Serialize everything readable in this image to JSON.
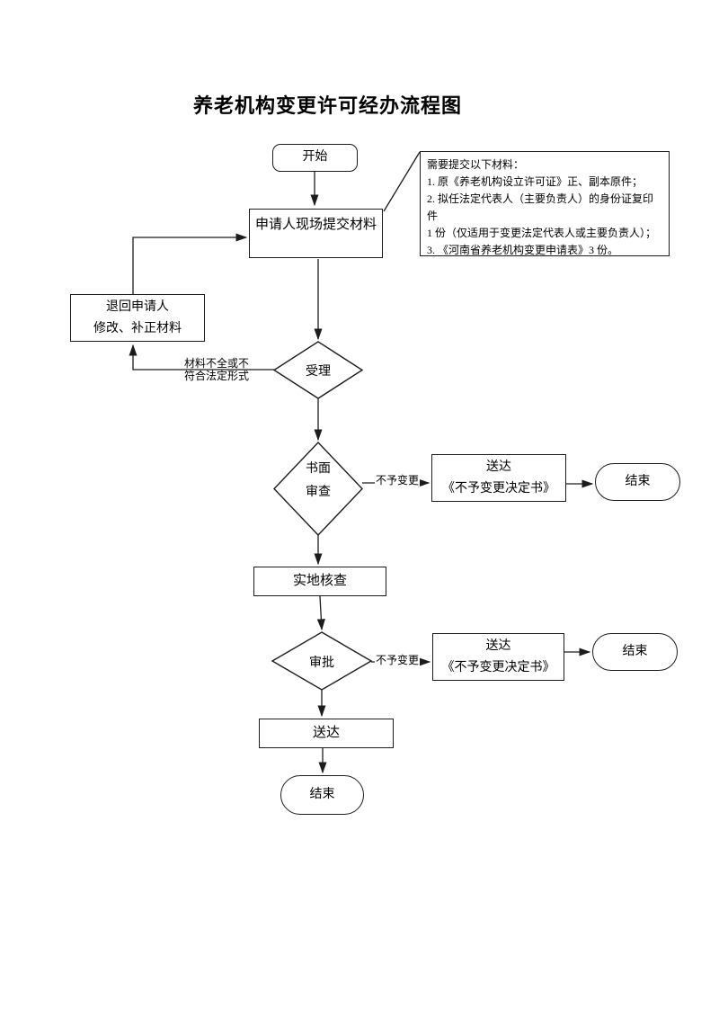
{
  "page": {
    "title": "养老机构变更许可经办流程图",
    "background": "#ffffff",
    "line_color": "#1c1c1c"
  },
  "nodes": {
    "start": {
      "label": "开始"
    },
    "submit_materials": {
      "label": "申请人现场提交材料"
    },
    "materials_callout": {
      "lines": [
        "需要提交以下材料：",
        "1. 原《养老机构设立许可证》正、副本原件；",
        "2. 拟任法定代表人（主要负责人）的身份证复印件",
        "1 份（仅适用于变更法定代表人或主要负责人）；",
        "3. 《河南省养老机构变更申请表》3 份。"
      ]
    },
    "return_to_applicant": {
      "line1": "退回申请人",
      "line2": "修改、补正材料"
    },
    "accept": {
      "label": "受理"
    },
    "written_review": {
      "line1": "书面",
      "line2": "审查"
    },
    "deliver_no_change_1": {
      "line1": "送达",
      "line2": "《不予变更决定书》"
    },
    "end_1": {
      "label": "结束"
    },
    "onsite_check": {
      "label": "实地核查"
    },
    "approve": {
      "label": "审批"
    },
    "deliver_no_change_2": {
      "line1": "送达",
      "line2": "《不予变更决定书》"
    },
    "end_2": {
      "label": "结束"
    },
    "deliver": {
      "label": "送达"
    },
    "end_3": {
      "label": "结束"
    }
  },
  "edge_labels": {
    "incomplete_materials_line1": "材料不全或不",
    "incomplete_materials_line2": "符合法定形式",
    "no_change_top": "不予变更",
    "no_change_bottom": "不予变更"
  }
}
